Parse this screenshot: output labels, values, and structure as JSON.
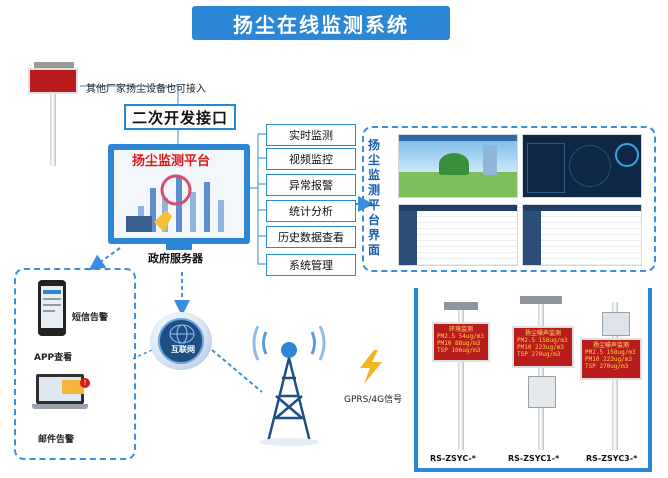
{
  "title": "扬尘在线监测系统",
  "other_vendor_note": "其他厂家扬尘设备也可接入",
  "secondary_interface": "二次开发接口",
  "platform": {
    "name": "扬尘监测平台",
    "server_label": "政府服务器"
  },
  "functions": [
    "实时监测",
    "视频监控",
    "异常报警",
    "统计分析",
    "历史数据查看",
    "系统管理"
  ],
  "ui_panel_label": "扬尘监测平台界面",
  "alerts": {
    "sms": "短信告警",
    "app": "APP查看",
    "mail": "邮件告警"
  },
  "internet_label": "互联网",
  "network_label": "GPRS/4G信号",
  "devices": [
    {
      "model": "RS-ZSYC-*",
      "sign_title": "环境监测",
      "sign_lines": [
        "PM2.5  54ug/m3",
        "PM10  88ug/m3",
        "TSP  106ug/m3"
      ]
    },
    {
      "model": "RS-ZSYC1-*",
      "sign_title": "扬尘噪声监测",
      "sign_lines": [
        "PM2.5  158ug/m3",
        "PM10  223ug/m3",
        "TSP  270ug/m3"
      ]
    },
    {
      "model": "RS-ZSYC3-*",
      "sign_title": "扬尘噪声监测",
      "sign_lines": [
        "PM2.5  158ug/m3",
        "PM10  223ug/m3",
        "TSP  270ug/m3"
      ]
    }
  ],
  "colors": {
    "accent": "#2c86d6",
    "connector": "#5b9bd5",
    "sign_bg": "#b81c1c",
    "sign_text": "#ffd23a"
  }
}
